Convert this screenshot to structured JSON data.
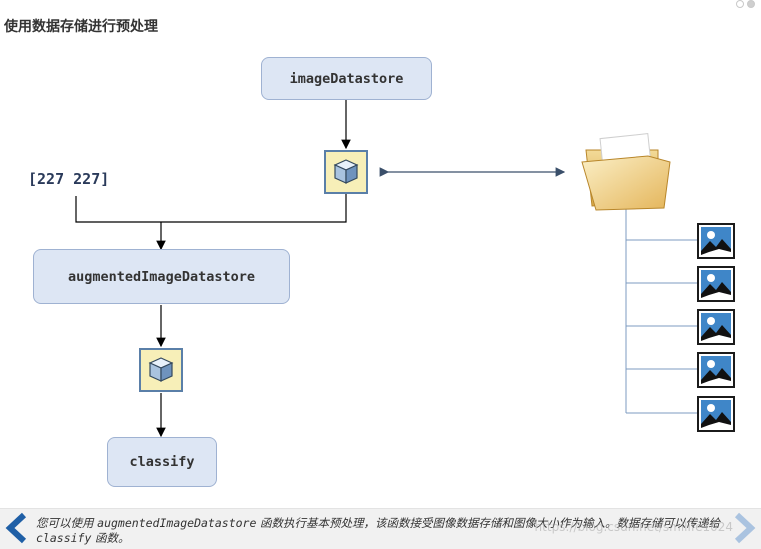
{
  "title": "使用数据存储进行预处理",
  "diagram": {
    "nodes": {
      "image_datastore": "imageDatastore",
      "augmented_image_datastore": "augmentedImageDatastore",
      "classify": "classify"
    },
    "size_label": "[227 227]",
    "image_count": 5
  },
  "caption": {
    "part1": "您可以使用 ",
    "code1": "augmentedImageDatastore",
    "part2": " 函数执行基本预处理，该函数接受图像数据存储和图像大小作为输入。数据存储可以传递给 ",
    "code2": "classify",
    "part3": " 函数。"
  },
  "watermark": "https://blog.csdn.net/smilife1024",
  "colors": {
    "node_fill": "#dde6f4",
    "node_border": "#9fb2d2",
    "nav_blue": "#1f5fa6"
  }
}
